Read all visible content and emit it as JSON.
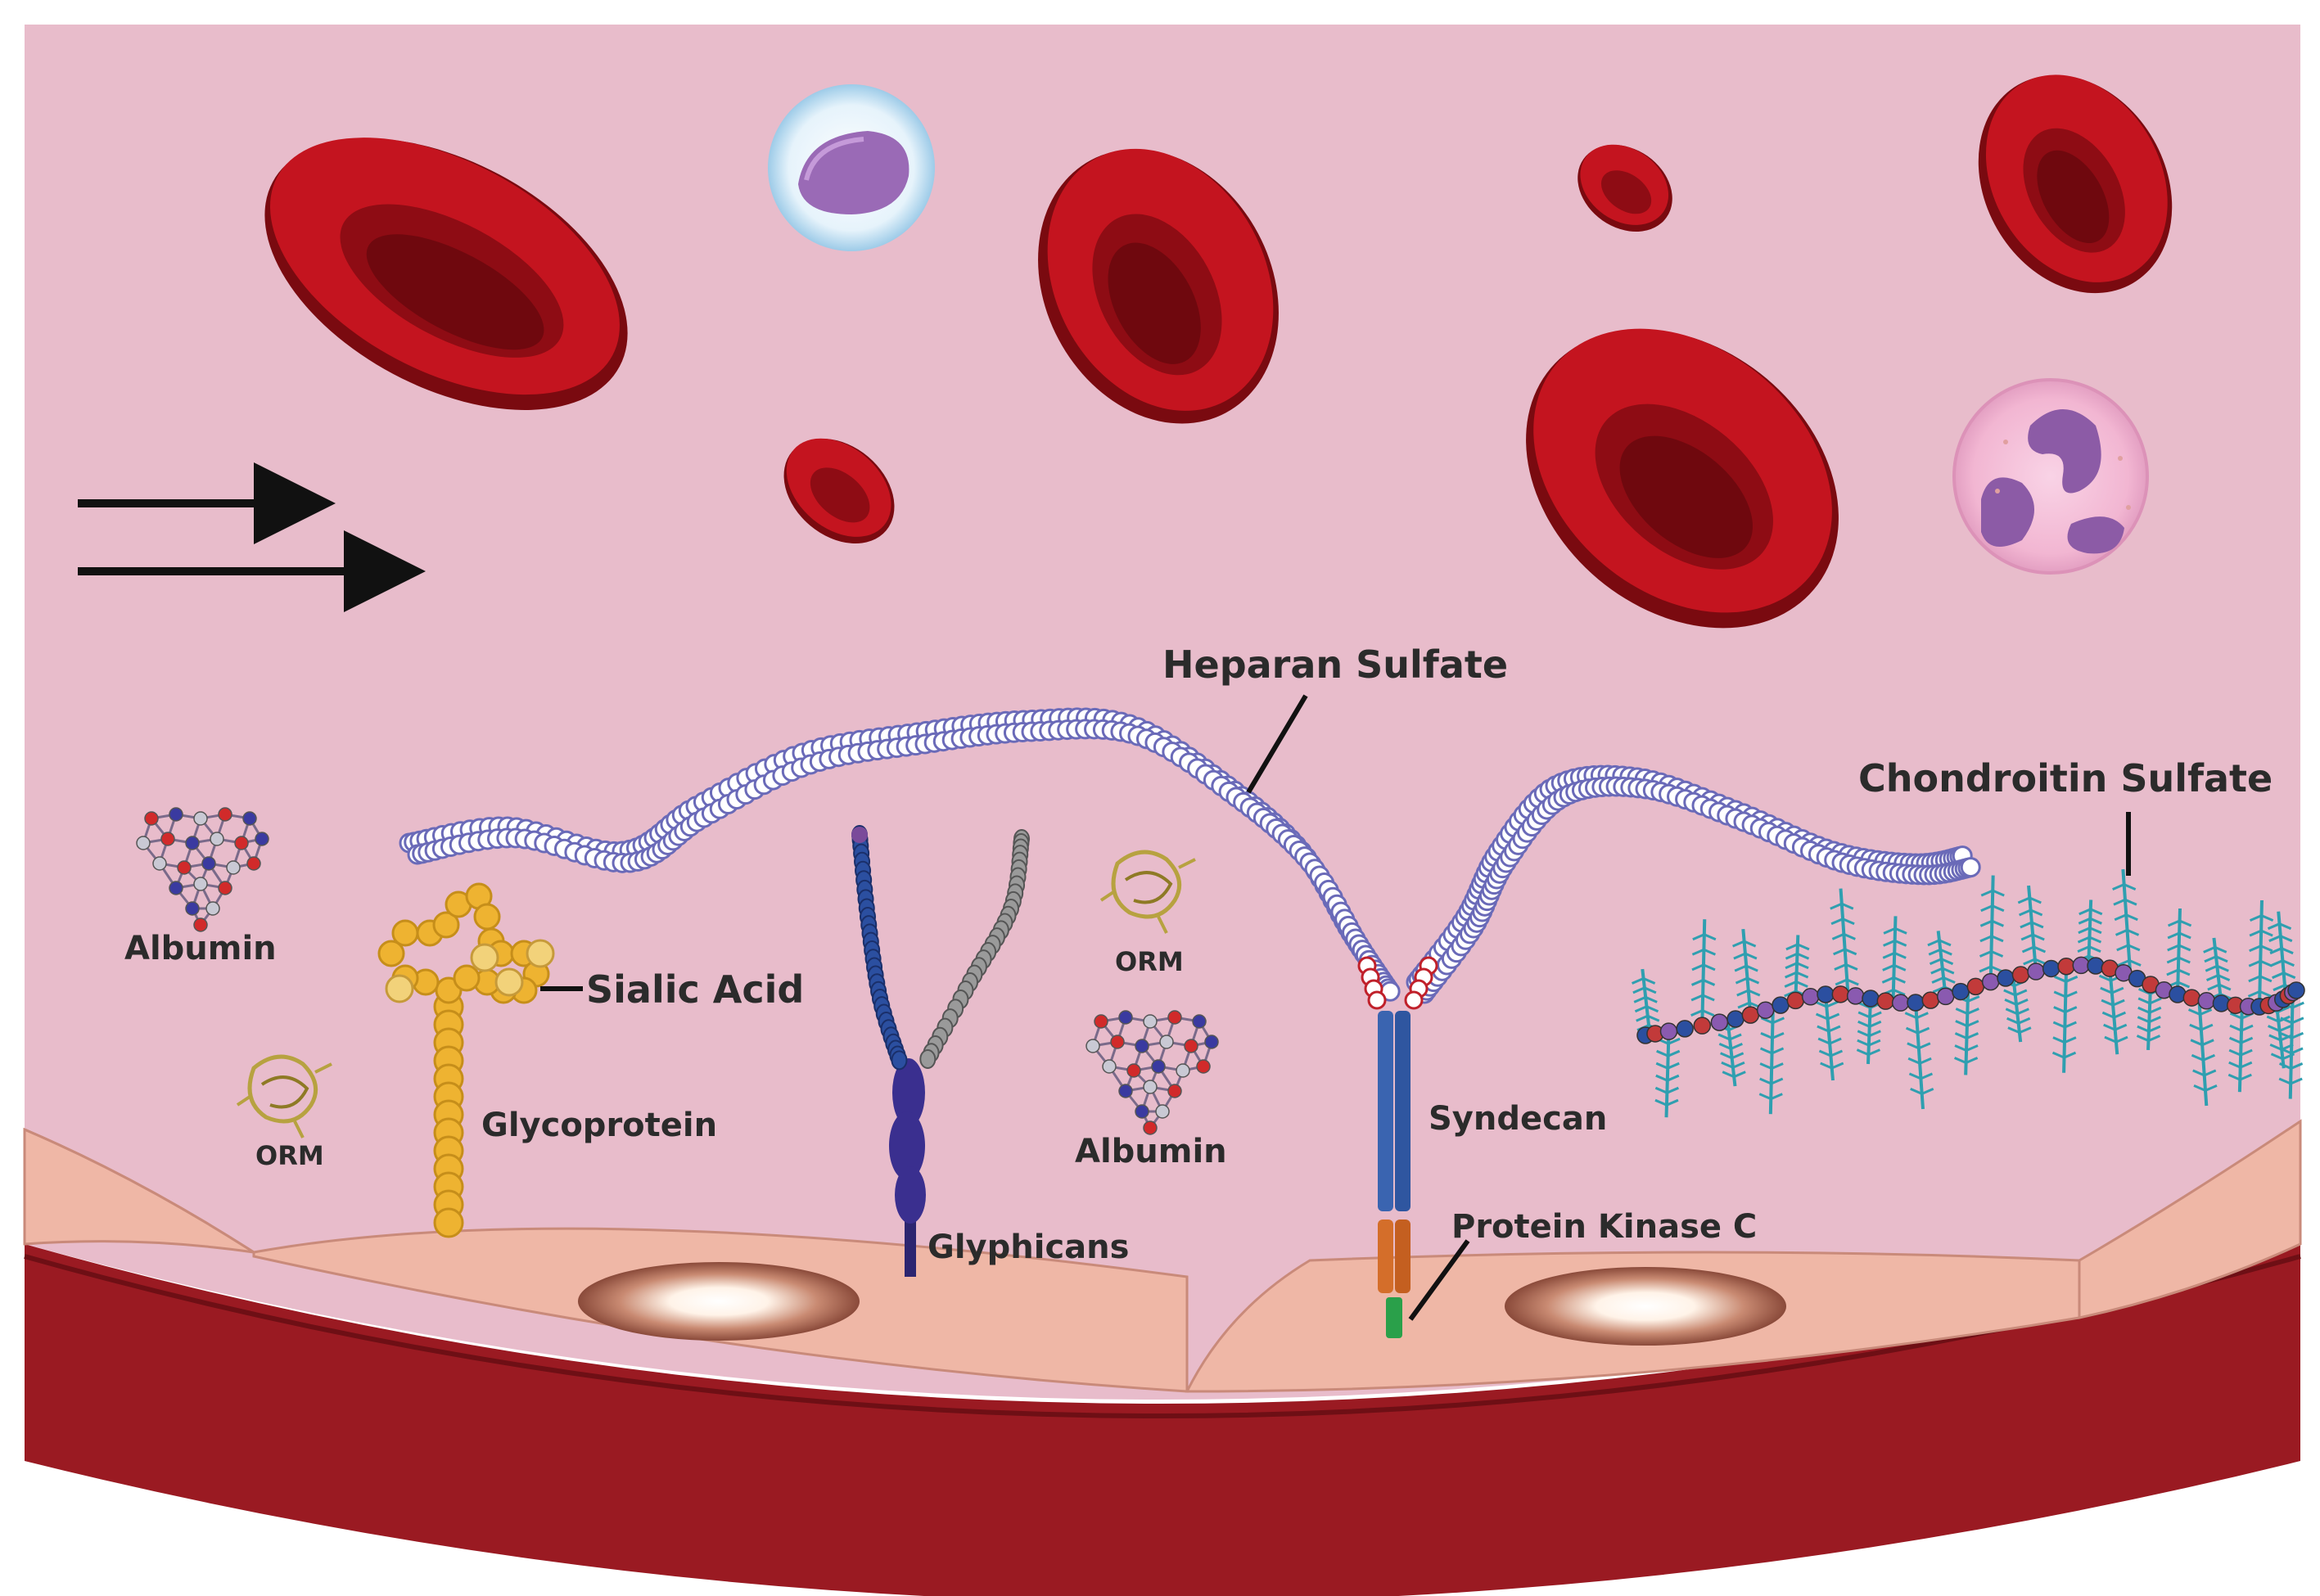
{
  "labels": {
    "heparan_sulfate": "Heparan Sulfate",
    "chondroitin_sulfate": "Chondroitin Sulfate",
    "albumin_left": "Albumin",
    "albumin_center": "Albumin",
    "orm_left": "ORM",
    "orm_center": "ORM",
    "sialic_acid": "Sialic Acid",
    "glycoprotein": "Glycoprotein",
    "glyphicans": "Glyphicans",
    "syndecan": "Syndecan",
    "protein_kinase_c": "Protein Kinase C"
  },
  "colors": {
    "lumen": "#e8bccb",
    "red_blood_cell": "#b3111c",
    "vessel_wall": "#9a1a22",
    "endothelial_cell": "#efb7a6",
    "glycoprotein": "#eeb331",
    "glyphican_core": "#3a2f8f",
    "syndecan_core": "#3a64b0",
    "protein_kinase_c": "#d46e2a",
    "chondroitin_sulfate": "#2f9fb0"
  },
  "icons": {
    "flow_arrows": "arrow-right-icon",
    "albumin": "albumin-molecule-icon",
    "orm": "orm-protein-icon",
    "leukocyte": "leukocyte-icon",
    "neutrophil": "neutrophil-icon"
  }
}
